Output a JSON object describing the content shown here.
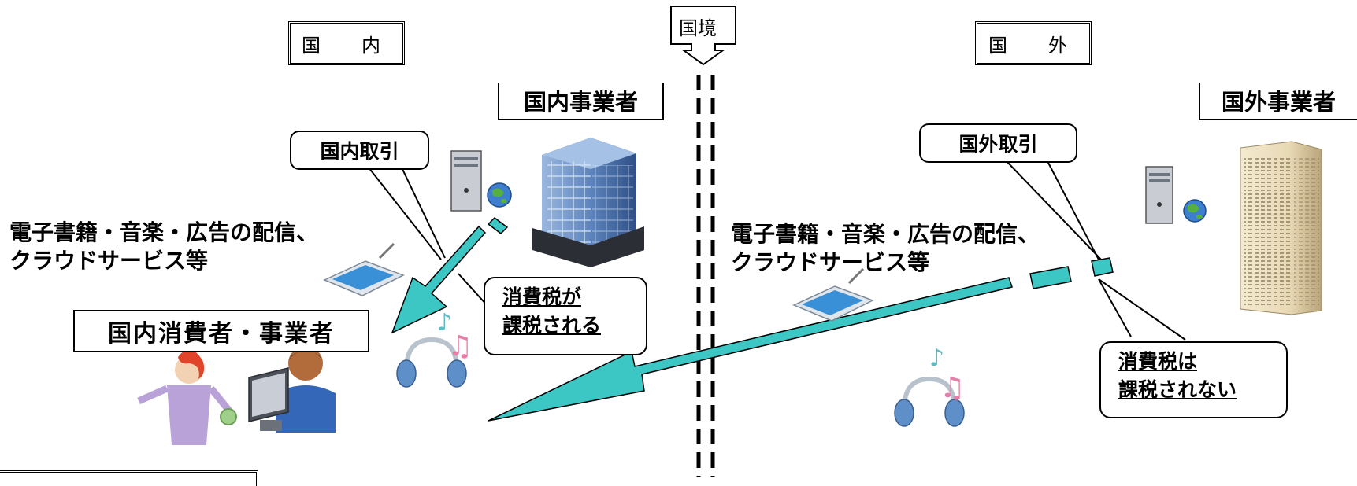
{
  "regions": {
    "domestic": "国　内",
    "foreign": "国　外",
    "border": "国境"
  },
  "businesses": {
    "domestic": "国内事業者",
    "foreign": "国外事業者",
    "consumer": "国内消費者・事業者"
  },
  "transactions": {
    "domestic": "国内取引",
    "foreign": "国外取引"
  },
  "services": {
    "line1": "電子書籍・音楽・広告の配信、",
    "line2": "クラウドサービス等"
  },
  "tax_notes": {
    "domestic_line1": "消費税が",
    "domestic_line2": "課税される",
    "foreign_line1": "消費税は",
    "foreign_line2": "課税されない"
  },
  "colors": {
    "arrow": "#3cc6c4",
    "building_blue": "#5f86bf",
    "tower_beige": "#e8d9b5"
  },
  "icons": [
    "server-icon",
    "globe-icon",
    "office-building-icon",
    "tower-building-icon",
    "tablet-icon",
    "headphones-icon",
    "music-note-icon",
    "consumer-person-icon",
    "business-person-icon"
  ]
}
